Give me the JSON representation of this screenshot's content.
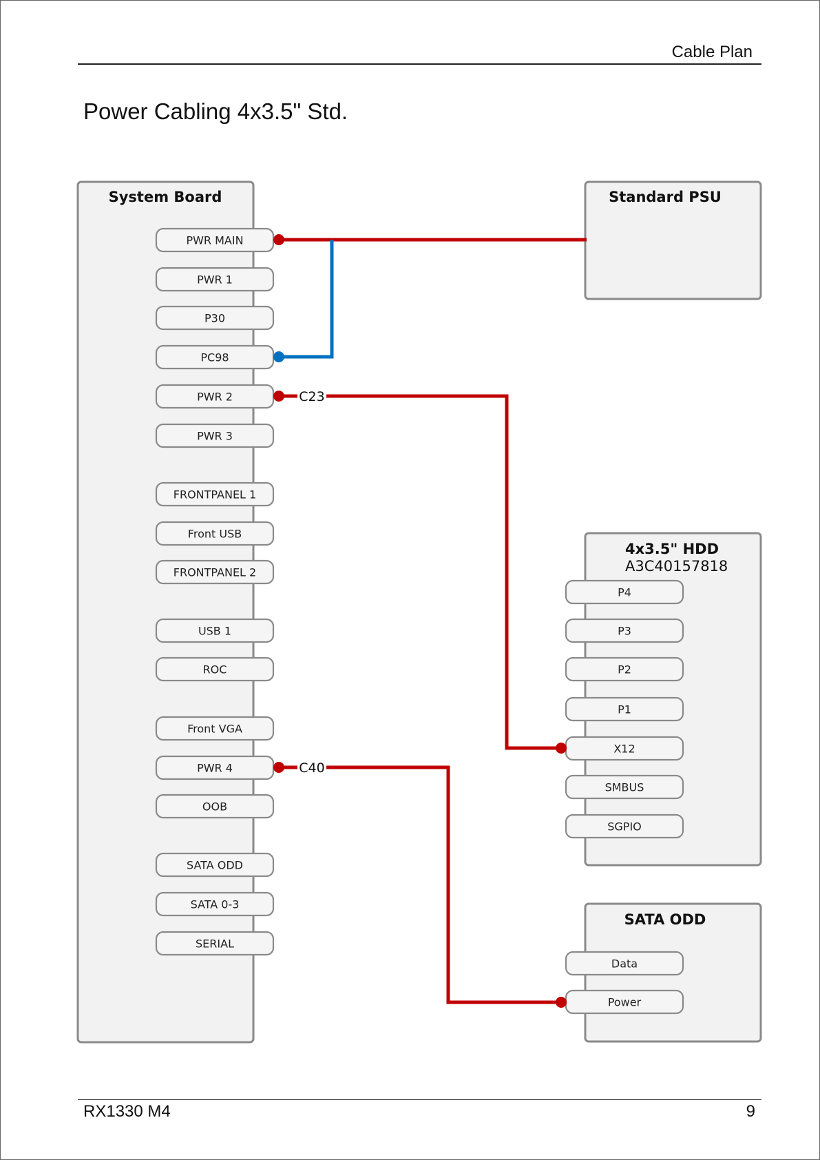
{
  "header": {
    "title": "Cable Plan"
  },
  "page_title": "Power Cabling 4x3.5\" Std.",
  "footer": {
    "model": "RX1330 M4",
    "page_number": "9"
  },
  "colors": {
    "power_cable": "#c00000",
    "signal_cable": "#0070c0",
    "box_fill": "#f2f2f2",
    "box_border": "#8a8a8a"
  },
  "system_board": {
    "title": "System Board",
    "connectors": [
      "PWR MAIN",
      "PWR 1",
      "P30",
      "PC98",
      "PWR 2",
      "PWR 3",
      "FRONTPANEL 1",
      "Front USB",
      "FRONTPANEL 2",
      "USB 1",
      "ROC",
      "Front VGA",
      "PWR 4",
      "OOB",
      "SATA ODD",
      "SATA 0-3",
      "SERIAL"
    ]
  },
  "psu": {
    "title": "Standard PSU"
  },
  "hdd": {
    "title": "4x3.5\" HDD",
    "part_number": "A3C40157818",
    "connectors": [
      "P4",
      "P3",
      "P2",
      "P1",
      "X12",
      "SMBUS",
      "SGPIO"
    ]
  },
  "odd": {
    "title": "SATA ODD",
    "connectors": [
      "Data",
      "Power"
    ]
  },
  "cables": [
    {
      "label": "",
      "from": "PWR MAIN",
      "to": "Standard PSU",
      "color": "#c00000"
    },
    {
      "label": "",
      "from": "PC98",
      "to": "PWR MAIN cable",
      "color": "#0070c0"
    },
    {
      "label": "C23",
      "from": "PWR 2",
      "to": "X12",
      "color": "#c00000"
    },
    {
      "label": "C40",
      "from": "PWR 4",
      "to": "Power",
      "color": "#c00000"
    }
  ]
}
